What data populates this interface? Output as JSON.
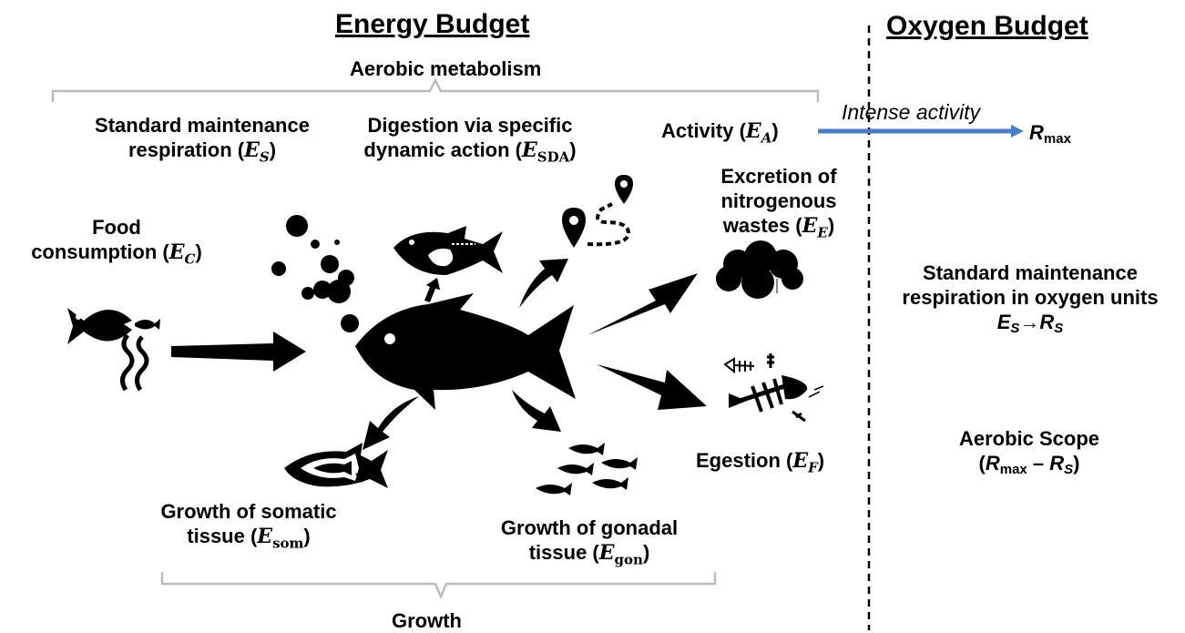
{
  "headings": {
    "energy": "Energy Budget",
    "oxygen": "Oxygen Budget",
    "aerobic_metabolism": "Aerobic metabolism",
    "growth": "Growth"
  },
  "energy_labels": {
    "standard_maintenance": {
      "line1": "Standard maintenance",
      "line2": "respiration (",
      "sym": "E",
      "sub": "S",
      "close": ")"
    },
    "digestion": {
      "line1": "Digestion via specific",
      "line2": "dynamic action (",
      "sym": "E",
      "sub": "SDA",
      "close": ")"
    },
    "activity": {
      "text": "Activity (",
      "sym": "E",
      "sub": "A",
      "close": ")"
    },
    "food": {
      "line1": "Food",
      "line2": "consumption (",
      "sym": "E",
      "sub": "C",
      "close": ")"
    },
    "excretion": {
      "line1": "Excretion of",
      "line2": "nitrogenous",
      "line3": "wastes (",
      "sym": "E",
      "sub": "E",
      "close": ")"
    },
    "egestion": {
      "text": "Egestion (",
      "sym": "E",
      "sub": "F",
      "close": ")"
    },
    "somatic": {
      "line1": "Growth of somatic",
      "line2": "tissue (",
      "sym": "E",
      "sub": "som",
      "close": ")"
    },
    "gonadal": {
      "line1": "Growth of gonadal",
      "line2": "tissue (",
      "sym": "E",
      "sub": "gon",
      "close": ")"
    }
  },
  "oxygen_labels": {
    "intense_activity": "Intense activity",
    "rmax_sym": "R",
    "rmax_sub": "max",
    "std_line1": "Standard maintenance",
    "std_line2": "respiration in oxygen units",
    "std_eq_left": "E",
    "std_eq_left_sub": "S",
    "std_eq_arrow": "→",
    "std_eq_right": "R",
    "std_eq_right_sub": "S",
    "scope_line1": "Aerobic Scope",
    "scope_open": "(",
    "scope_r1": "R",
    "scope_r1_sub": "max",
    "scope_minus": " – ",
    "scope_r2": "R",
    "scope_r2_sub": "S",
    "scope_close": ")"
  },
  "colors": {
    "bracket": "#bcbcbc",
    "activity_arrow": "#4a7cc7",
    "divider": "#000000",
    "icon": "#000000"
  },
  "icons": [
    "fish-eating-fish-icon",
    "seaweed-icon",
    "bubbles-icon",
    "fish-with-stomach-icon",
    "map-route-icon",
    "central-fish-icon",
    "cloud-waste-icon",
    "fish-skeleton-icon",
    "fish-inside-fish-icon",
    "fish-school-icon"
  ]
}
